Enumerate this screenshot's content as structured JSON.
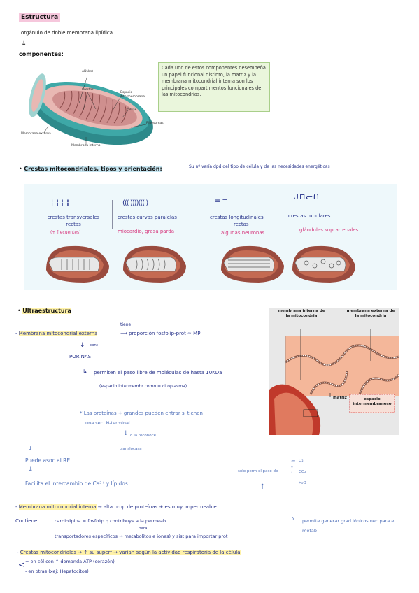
{
  "header": {
    "title": "Estructura",
    "subtitle": "orgánulo de doble membrana lipídica",
    "components_label": "componentes:"
  },
  "top_figure": {
    "labels": {
      "adn": "ADNmt",
      "crestas": "Crestas",
      "espacio": "Espacio intermembrana",
      "matriz": "Matriz",
      "ribosomas": "Ribosomas",
      "externa": "Membrana externa",
      "interna": "Membrana interna"
    }
  },
  "info_box": {
    "text": "Cada uno de estos componentes desempeña un papel funcional distinto, la matriz y la membrana mitocondrial interna son los principales compartimentos funcionales de las mitocondrias."
  },
  "crestas_section": {
    "heading": "Crestas mitocondriales, tipos y orientación:",
    "note": "Su nº varía dpd del tipo de célula y de las necesidades energéticas",
    "types": [
      {
        "name_line1": "crestas transversales",
        "name_line2": "rectas",
        "example": "(+ frecuentes)"
      },
      {
        "name_line1": "crestas curvas paralelas",
        "name_line2": "",
        "example": "miocardio, grasa parda"
      },
      {
        "name_line1": "crestas longitudinales",
        "name_line2": "rectas",
        "example": "algunas neuronas"
      },
      {
        "name_line1": "crestas tubulares",
        "name_line2": "",
        "example": "glándulas suprarrenales"
      }
    ]
  },
  "ultra": {
    "heading": "Ultraestructura",
    "membrana_externa": {
      "line": "Membrana mitocondrial externa",
      "tiene": "tiene",
      "arrow": "⟶",
      "proportion": "proporción fosfolip-prot ≃ MP",
      "cont": "cont",
      "porinas": "PORINAS",
      "porinas_desc": "permiten el paso libre de moléculas de hasta 10KDa",
      "porinas_sub": "(espacio intermembr como ≃ citoplasma)",
      "proteins": "* Las proteínas + grandes pueden entrar si tienen",
      "proteins2": "una sec. N-terminal",
      "reconoce": "q la reconoce",
      "translocasa": "translocasa",
      "asoc": "Puede asoc al RE",
      "facilita": "Facilita el intercambio de Ca²⁺ y lípidos"
    },
    "paso": {
      "label": "solo perm el paso de",
      "items": [
        "O₂",
        "CO₂",
        "H₂O"
      ]
    },
    "membrana_interna": {
      "line": "Membrana mitocondrial interna",
      "desc": "alta prop de proteínas + es muy impermeable",
      "contiene": "Contiene",
      "cardiolipina": "cardiolipina = fosfolíp q contribuye a la permeab",
      "para": "para",
      "transportadores": "transportadores específicos → metabolitos e iones) y sist para importar prot",
      "side": "permite generar grad iónicos nec para el metab"
    },
    "crestas_line": {
      "text": "Crestas mitocondriales → ↑ su superf → varían según la actividad respiratoria de la célula",
      "more": "+ en cél con ↑ demanda ATP (corazón)",
      "less": "- en otras (xej: Hepatocitos)"
    },
    "figure_labels": {
      "interna": "membrana interna de la mitocondria",
      "externa": "membrana externa de la mitocondria",
      "matriz": "matriz",
      "espacio": "espacio intermembranoso"
    }
  }
}
